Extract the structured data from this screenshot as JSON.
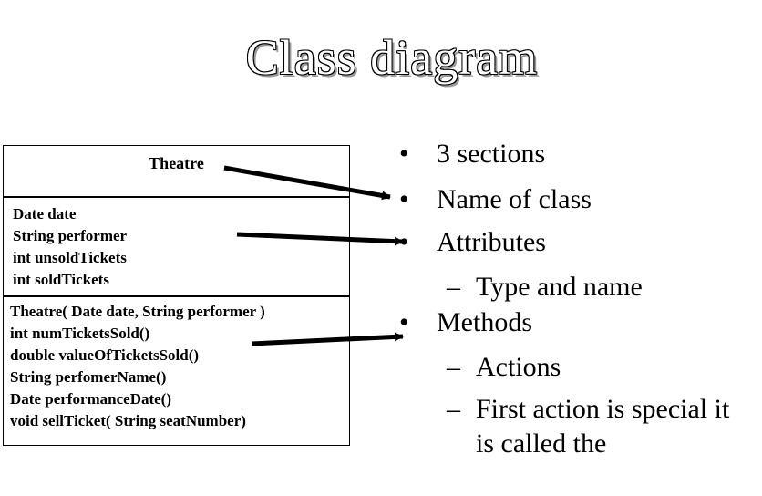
{
  "title": "Class diagram",
  "uml_class": {
    "name": "Theatre",
    "attributes": [
      "Date date",
      "String performer",
      "int unsoldTickets",
      "int soldTickets"
    ],
    "methods": [
      "Theatre( Date date, String performer )",
      "int numTicketsSold()",
      "double valueOfTicketsSold()",
      "String perfomerName()",
      "Date performanceDate()",
      "void sellTicket( String  seatNumber)"
    ]
  },
  "bullets": {
    "b1": "3 sections",
    "b2": "Name of class",
    "b3": "Attributes",
    "b3_sub1": "Type and name",
    "b4": "Methods",
    "b4_sub1": "Actions",
    "b4_sub2_line1": "First action is special it",
    "b4_sub2_line2": "is called the",
    "bullet_glyph": "•",
    "dash_glyph": "–"
  }
}
